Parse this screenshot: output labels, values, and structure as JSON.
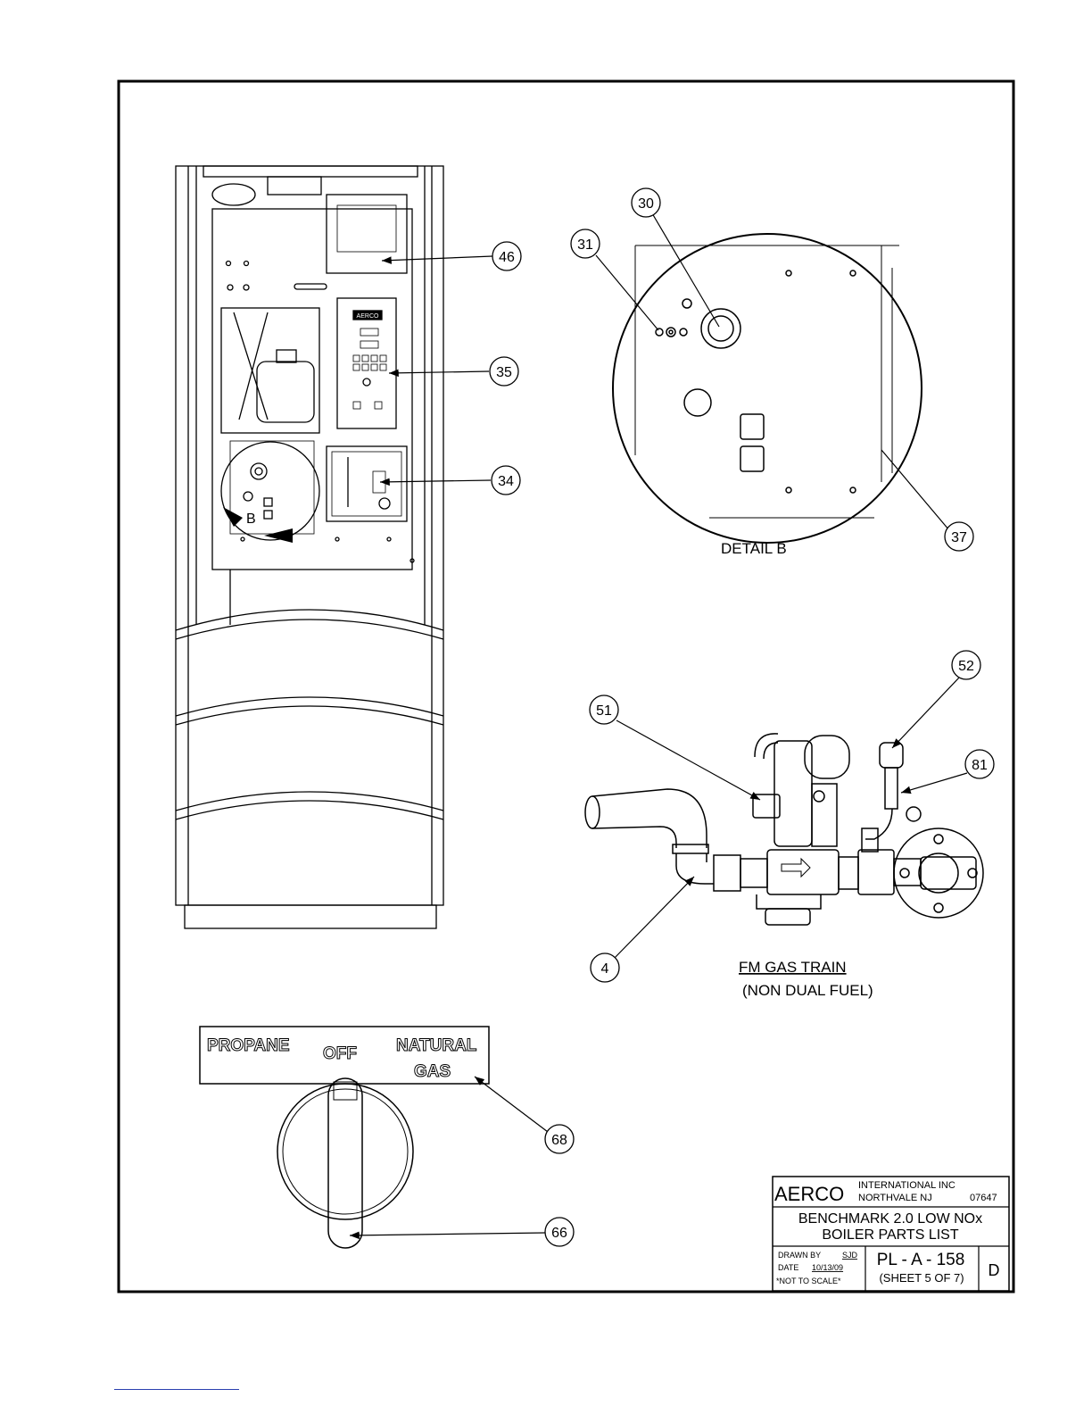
{
  "callouts": {
    "c46": "46",
    "c35": "35",
    "c34": "34",
    "c30": "30",
    "c31": "31",
    "c37": "37",
    "c52": "52",
    "c51": "51",
    "c81": "81",
    "c4": "4",
    "c68": "68",
    "c66": "66"
  },
  "front_view": {
    "detail_marker": "B",
    "controller_brand": "AERCO"
  },
  "detail": {
    "caption": "DETAIL B"
  },
  "gas_train": {
    "caption_line1": "FM GAS TRAIN",
    "caption_line2": "(NON DUAL FUEL)"
  },
  "selector_plate": {
    "left": "PROPANE",
    "center": "OFF",
    "right_line1": "NATURAL",
    "right_line2": "GAS"
  },
  "title_block": {
    "company": "AERCO",
    "company_line1": "INTERNATIONAL  INC",
    "company_line2": "NORTHVALE  NJ",
    "zip": "07647",
    "title_line1": "BENCHMARK 2.0 LOW NOx",
    "title_line2": "BOILER PARTS LIST",
    "drawn_by_label": "DRAWN BY",
    "drawn_by": "SJD",
    "date_label": "DATE",
    "date": "10/13/09",
    "scale_note": "*NOT TO SCALE*",
    "drawing_number": "PL - A - 158",
    "sheet": "(SHEET 5 OF 7)",
    "revision": "D"
  }
}
